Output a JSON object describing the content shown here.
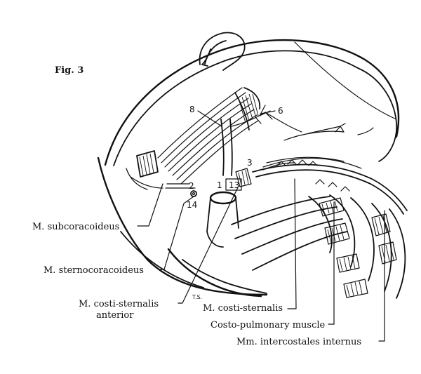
{
  "figure_label": "Fig. 3",
  "labels": {
    "subcoracoideus": "M. subcoracoideus",
    "sternocoracoideus": "M. sternocoracoideus",
    "costi_sternalis_anterior_1": "M. costi-sternalis",
    "costi_sternalis_anterior_2": "anterior",
    "costi_sternalis": "M. costi-sternalis",
    "costo_pulmonary": "Costo-pulmonary muscle",
    "intercostales": "Mm. intercostales internus"
  },
  "numbers": {
    "n1": "1",
    "n2": "2",
    "n3": "3",
    "n6": "6",
    "n8": "8",
    "n13": "13",
    "n14": "14"
  },
  "artist_initials": "T.S."
}
